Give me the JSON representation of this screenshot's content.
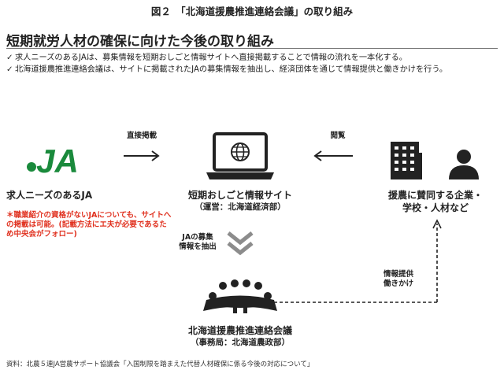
{
  "figure_title": "図２　「北海道援農推進連絡会議」の取り組み",
  "heading": "短期就労人材の確保に向けた今後の取り組み",
  "bullets": [
    "求人ニーズのあるJAは、募集情報を短期おしごと情報サイトへ直接掲載することで情報の流れを一本化する。",
    "北海道援農推進連絡会議は、サイトに掲載されたJAの募集情報を抽出し、経済団体を通じて情報提供と働きかけを行う。"
  ],
  "check_mark": "✓",
  "nodes": {
    "ja": {
      "logo_text": "JA",
      "label": "求人ニーズのあるJA",
      "note": "＊職業紹介の資格がないJAについても、サイトへの掲載は可能。(記載方法にエ夫が必要であるため中央会がフォロー)"
    },
    "site": {
      "label": "短期おしごと情報サイト",
      "sub": "（運営：北海道経済部）"
    },
    "supporters": {
      "label": "援農に賛同する企業・",
      "label2": "学校・人材など"
    },
    "council": {
      "label": "北海道援農推進連絡会議",
      "sub": "（事務局：北海道農政部）"
    }
  },
  "edges": {
    "direct_post": "直接掲載",
    "browse": "閲覧",
    "extract_line1": "JAの募集",
    "extract_line2": "情報を抽出",
    "provide_line1": "情報提供",
    "provide_line2": "働きかけ"
  },
  "source": "資料：北農５連JA営農サポート協議会「入国制限を踏まえた代替人材確保に係る今後の対応について」",
  "colors": {
    "ja_green": "#1a8a3c",
    "note_red": "#e0301e",
    "icon_dark": "#222222",
    "chevron_gray": "#8c8c8c"
  }
}
